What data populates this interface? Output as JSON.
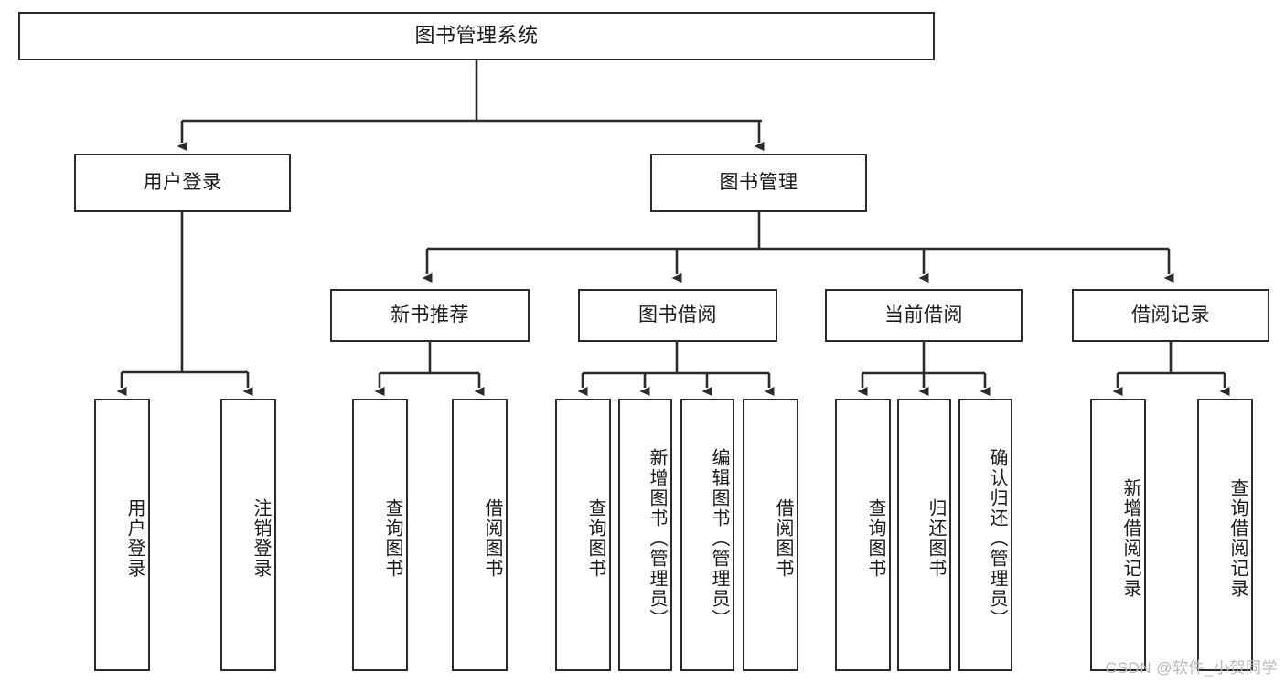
{
  "diagram": {
    "title": "图书管理系统",
    "type": "tree-hierarchy-diagram",
    "colors": {
      "box_border": "#2b2b2b",
      "box_fill": "#ffffff",
      "connector": "#2b2b2b",
      "background": "#ffffff",
      "watermark": "#b9b9b9"
    },
    "levels": {
      "root": {
        "label": "图书管理系统"
      },
      "level2": [
        {
          "id": "user-login",
          "label": "用户登录"
        },
        {
          "id": "book-management",
          "label": "图书管理"
        }
      ],
      "level3": [
        {
          "id": "new-book-recommend",
          "label": "新书推荐"
        },
        {
          "id": "book-borrow",
          "label": "图书借阅"
        },
        {
          "id": "current-borrow",
          "label": "当前借阅"
        },
        {
          "id": "borrow-record",
          "label": "借阅记录"
        }
      ],
      "leaves": {
        "user_login": [
          {
            "id": "leaf-user-login",
            "label": "用户登录"
          },
          {
            "id": "leaf-user-logout",
            "label": "注销登录"
          }
        ],
        "new_book_recommend": [
          {
            "id": "leaf-query-book-1",
            "label": "查询图书"
          },
          {
            "id": "leaf-borrow-book-1",
            "label": "借阅图书"
          }
        ],
        "book_borrow": [
          {
            "id": "leaf-query-book-2",
            "label": "查询图书"
          },
          {
            "id": "leaf-add-book",
            "label": "新增图书（管理员）"
          },
          {
            "id": "leaf-edit-book",
            "label": "编辑图书（管理员）"
          },
          {
            "id": "leaf-borrow-book-2",
            "label": "借阅图书"
          }
        ],
        "current_borrow": [
          {
            "id": "leaf-query-book-3",
            "label": "查询图书"
          },
          {
            "id": "leaf-return-book",
            "label": "归还图书"
          },
          {
            "id": "leaf-confirm-return",
            "label": "确认归还（管理员）"
          }
        ],
        "borrow_record": [
          {
            "id": "leaf-add-record",
            "label": "新增借阅记录"
          },
          {
            "id": "leaf-query-record",
            "label": "查询借阅记录"
          }
        ]
      }
    },
    "watermark": "CSDN @软件_小贺同学"
  }
}
